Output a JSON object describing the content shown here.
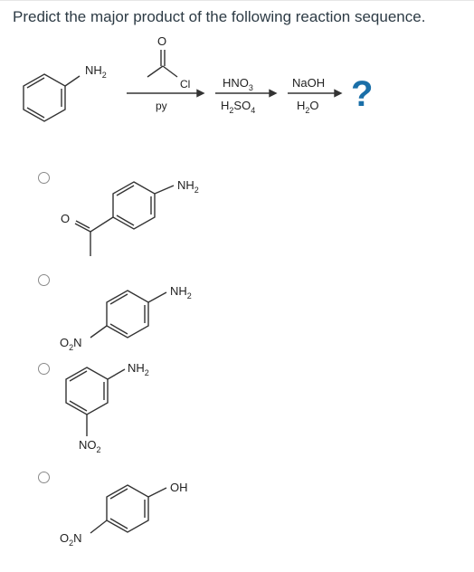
{
  "question": {
    "prompt": "Predict the major product of the following reaction sequence."
  },
  "scheme": {
    "start_label": "NH",
    "start_sub": "2",
    "reagent_O": "O",
    "reagent_Cl": "Cl",
    "step1_below": "py",
    "step2_above_main": "HNO",
    "step2_above_sub": "3",
    "step2_below_a": "H",
    "step2_below_sub1": "2",
    "step2_below_b": "SO",
    "step2_below_sub2": "4",
    "step3_above": "NaOH",
    "step3_below_a": "H",
    "step3_below_sub": "2",
    "step3_below_b": "O",
    "unknown": "?",
    "unknown_color": "#1a6fa8"
  },
  "options": [
    {
      "group_top": "NH",
      "group_top_sub": "2",
      "group_side": "O"
    },
    {
      "group_top": "NH",
      "group_top_sub": "2",
      "group_side_a": "O",
      "group_side_sub": "2",
      "group_side_b": "N"
    },
    {
      "group_top": "NH",
      "group_top_sub": "2",
      "group_side_a": "NO",
      "group_side_sub": "2"
    },
    {
      "group_top": "OH",
      "group_side_a": "O",
      "group_side_sub": "2",
      "group_side_b": "N"
    }
  ]
}
